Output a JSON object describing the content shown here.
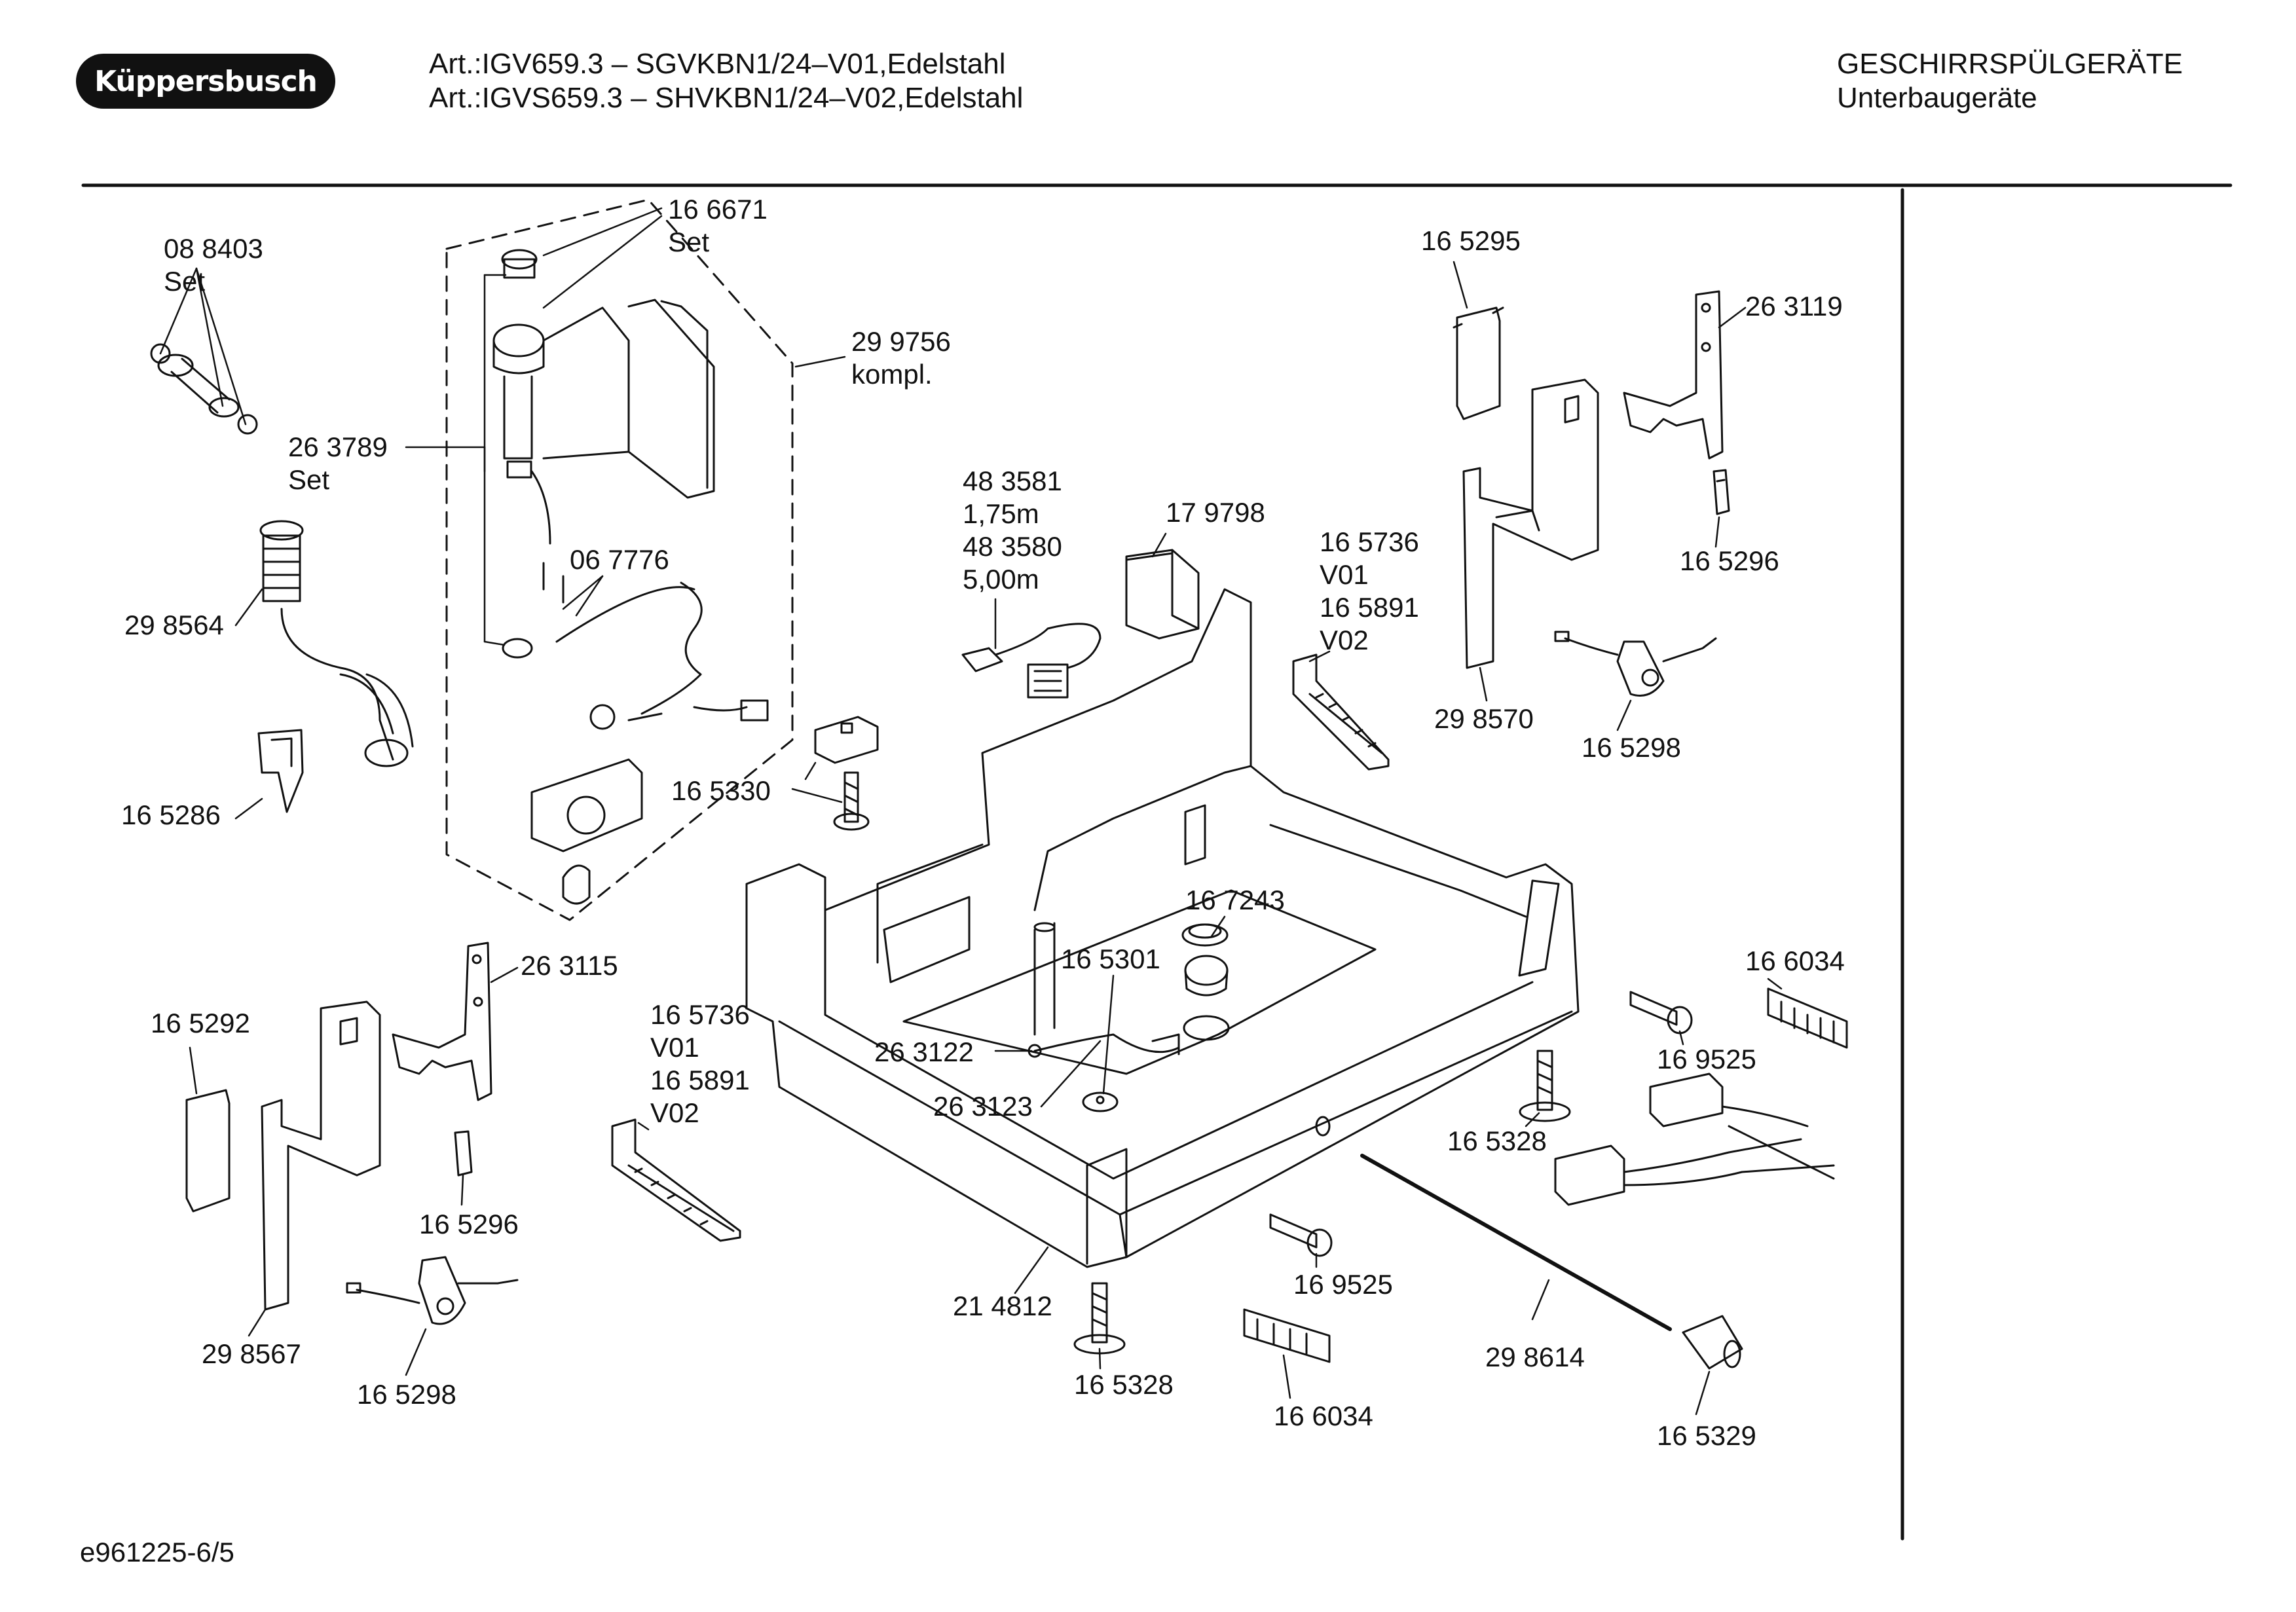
{
  "header": {
    "brand": "Küppersbusch",
    "article_lines": [
      "Art.:IGV659.3 – SGVKBN1/24–V01,Edelstahl",
      "Art.:IGVS659.3 – SHVKBN1/24–V02,Edelstahl"
    ],
    "category": "GESCHIRRSPÜLGERÄTE",
    "subcategory": "Unterbaugeräte"
  },
  "footer": {
    "drawing_id": "e961225-6/5"
  },
  "callouts": [
    {
      "id": "c-088403",
      "lines": [
        "08 8403",
        "Set"
      ]
    },
    {
      "id": "c-166671",
      "lines": [
        "16 6671",
        "Set"
      ]
    },
    {
      "id": "c-299756",
      "lines": [
        "29 9756",
        "kompl."
      ]
    },
    {
      "id": "c-263789",
      "lines": [
        "26 3789",
        "Set"
      ]
    },
    {
      "id": "c-298564",
      "lines": [
        "29 8564"
      ]
    },
    {
      "id": "c-067776",
      "lines": [
        "06 7776"
      ]
    },
    {
      "id": "c-165286",
      "lines": [
        "16 5286"
      ]
    },
    {
      "id": "c-483581",
      "lines": [
        "48 3581",
        "1,75m",
        "48 3580",
        "5,00m"
      ]
    },
    {
      "id": "c-179798",
      "lines": [
        "17 9798"
      ]
    },
    {
      "id": "c-165736a",
      "lines": [
        "16 5736",
        "V01",
        "16 5891",
        "V02"
      ]
    },
    {
      "id": "c-165295",
      "lines": [
        "16 5295"
      ]
    },
    {
      "id": "c-263119",
      "lines": [
        "26 3119"
      ]
    },
    {
      "id": "c-165296a",
      "lines": [
        "16 5296"
      ]
    },
    {
      "id": "c-298570",
      "lines": [
        "29 8570"
      ]
    },
    {
      "id": "c-165298a",
      "lines": [
        "16 5298"
      ]
    },
    {
      "id": "c-165330",
      "lines": [
        "16 5330"
      ]
    },
    {
      "id": "c-167243",
      "lines": [
        "16 7243"
      ]
    },
    {
      "id": "c-165301",
      "lines": [
        "16 5301"
      ]
    },
    {
      "id": "c-263115",
      "lines": [
        "26 3115"
      ]
    },
    {
      "id": "c-165292",
      "lines": [
        "16 5292"
      ]
    },
    {
      "id": "c-165736b",
      "lines": [
        "16 5736",
        "V01",
        "16 5891",
        "V02"
      ]
    },
    {
      "id": "c-263122",
      "lines": [
        "26 3122"
      ]
    },
    {
      "id": "c-263123",
      "lines": [
        "26 3123"
      ]
    },
    {
      "id": "c-165296b",
      "lines": [
        "16 5296"
      ]
    },
    {
      "id": "c-298567",
      "lines": [
        "29 8567"
      ]
    },
    {
      "id": "c-165298b",
      "lines": [
        "16 5298"
      ]
    },
    {
      "id": "c-214812",
      "lines": [
        "21 4812"
      ]
    },
    {
      "id": "c-165328a",
      "lines": [
        "16 5328"
      ]
    },
    {
      "id": "c-165328b",
      "lines": [
        "16 5328"
      ]
    },
    {
      "id": "c-169525a",
      "lines": [
        "16 9525"
      ]
    },
    {
      "id": "c-169525b",
      "lines": [
        "16 9525"
      ]
    },
    {
      "id": "c-166034a",
      "lines": [
        "16 6034"
      ]
    },
    {
      "id": "c-166034b",
      "lines": [
        "16 6034"
      ]
    },
    {
      "id": "c-298614",
      "lines": [
        "29 8614"
      ]
    },
    {
      "id": "c-165329",
      "lines": [
        "16 5329"
      ]
    }
  ]
}
